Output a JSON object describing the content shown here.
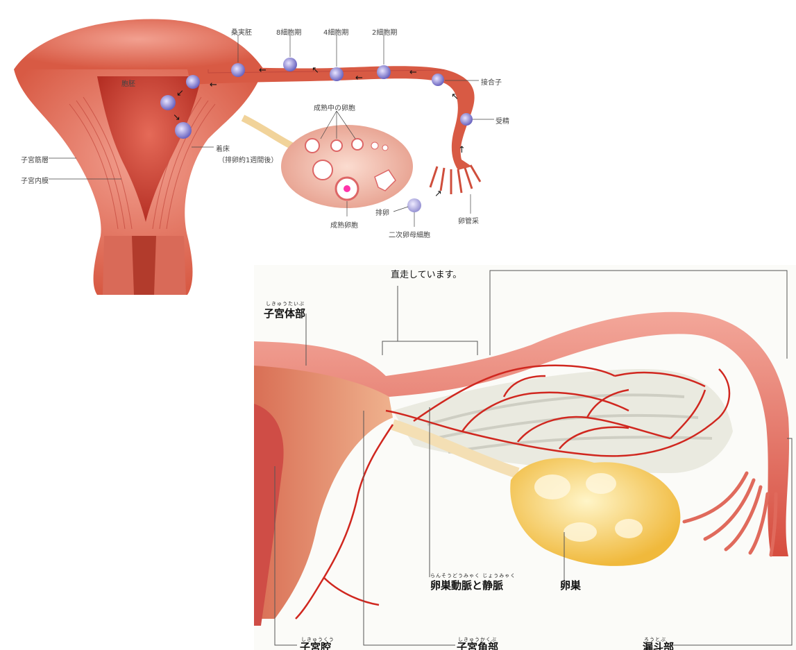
{
  "top_diagram": {
    "labels": {
      "morula": "桑実胚",
      "cell8": "8細胞期",
      "cell4": "4細胞期",
      "cell2": "2細胞期",
      "zygote": "接合子",
      "fertilization": "受精",
      "blastocyst": "胞胚",
      "implantation": "着床",
      "implantation_note": "（排卵約1週間後）",
      "myometrium": "子宮筋層",
      "endometrium": "子宮内膜",
      "growing_follicles": "成熟中の卵胞",
      "mature_follicle": "成熟卵胞",
      "ovulation": "排卵",
      "secondary_oocyte": "二次卵母細胞",
      "fimbriae": "卵管采"
    }
  },
  "bottom_diagram": {
    "caption_text": "直走しています。",
    "labels": {
      "uterine_body": {
        "text": "子宮体部",
        "ruby": "しきゅうたいぶ"
      },
      "ovarian_vessels": {
        "text": "卵巣動脈と静脈",
        "ruby": "らんそうどうみゃく じょうみゃく"
      },
      "ovary": {
        "text": "卵巣"
      },
      "uterine_cavity": {
        "text": "子宮腔",
        "ruby": "しきゅうくう"
      },
      "uterine_horn": {
        "text": "子宮角部",
        "ruby": "しきゅうかくぶ"
      },
      "infundibulum": {
        "text": "漏斗部",
        "ruby": "ろうとぶ"
      }
    }
  }
}
